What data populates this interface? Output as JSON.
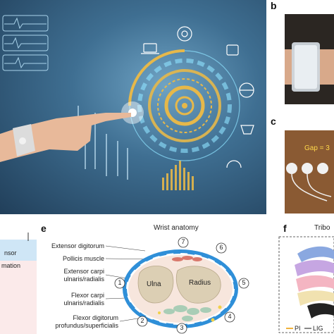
{
  "panels": {
    "b": {
      "letter": "b"
    },
    "c": {
      "letter": "c",
      "gap_text": "Gap = 3"
    },
    "d": {
      "text_1": "nsor",
      "text_2": "mation"
    },
    "e": {
      "letter": "e",
      "title": "Wrist anatomy",
      "labels": [
        "Extensor digitorum",
        "Pollicis muscle",
        "Extensor carpi",
        "ulnaris/radialis",
        "Flexor carpi",
        "ulnaris/radialis",
        "Flexor digitorum",
        "profundus/superficialis"
      ],
      "bones": [
        "Ulna",
        "Radius"
      ],
      "positions": [
        "1",
        "2",
        "3",
        "4",
        "5",
        "6",
        "7"
      ]
    },
    "f": {
      "letter": "f",
      "title": "Tribo",
      "legend": [
        "PI",
        "LIG"
      ]
    }
  },
  "colors": {
    "hud_yellow": "#e6b84a",
    "hud_cyan": "#8fe3ff",
    "band_blue": "#2f8fd8",
    "muscle_red": "#d9776b",
    "muscle_green": "#a9cdb6",
    "bone_tan": "#dccfb4",
    "legend_pi": "#f0b23c",
    "legend_lig": "#888888"
  }
}
